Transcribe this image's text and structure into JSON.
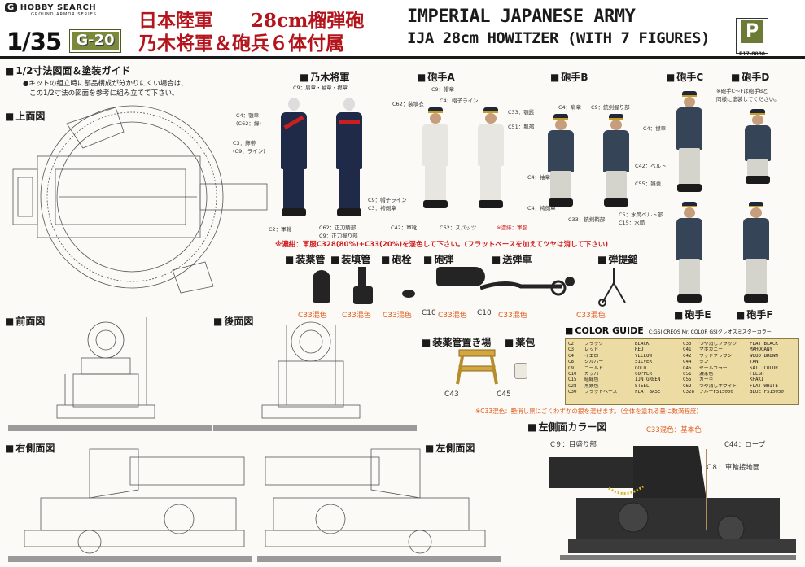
{
  "header": {
    "brand": "HOBBY SEARCH",
    "brand_badge": "G",
    "brand_sub": "GROUND ARMOR SERIES",
    "scale": "1/35",
    "code": "G-20",
    "jp_title_1": "日本陸軍　　28cm榴弾砲",
    "jp_title_2": "乃木将軍＆砲兵６体付属",
    "en_title_1": "IMPERIAL JAPANESE ARMY",
    "en_title_2": "IJA 28cm HOWITZER (WITH 7 FIGURES)",
    "publisher_logo": "P",
    "publisher_code": "P17-8080"
  },
  "guide": {
    "title": "1/2寸法図面＆塗装ガイド",
    "note_1": "●キットの組立時に部品構成が分かりにくい場合は、",
    "note_2": "この1/2寸法の図面を参考に組み立てて下さい。"
  },
  "views": {
    "top": "上面図",
    "front": "前面図",
    "rear": "後面図",
    "right": "右側面図",
    "left": "左側面図",
    "left_color": "左側面カラー図"
  },
  "figures": {
    "nogi": {
      "title": "乃木将軍",
      "sub": "C9：肩章・袖章・襟章",
      "labels": [
        "C4：顎章",
        "(C62：緑)",
        "C3：飾帯",
        "(C9：ライン)",
        "C9：帽子ライン",
        "C3：袴側章",
        "C2：軍靴",
        "C62：正刀騎部",
        "C9：正刀握り部"
      ]
    },
    "a": {
      "title": "砲手A",
      "labels": [
        "C9：帽章",
        "C62：装填衣",
        "C4：帽子ライン",
        "C33：顎髭",
        "C51：肌部",
        "C42：軍靴",
        "C62：スパッツ"
      ]
    },
    "a_note": "※濃緋：軍服",
    "b": {
      "title": "砲手B",
      "labels": [
        "C4：肩章",
        "C9：銃剣握り部",
        "C4：袖章",
        "C4：袴側章",
        "C33：銃剣鞘部"
      ]
    },
    "c": {
      "title": "砲手C",
      "labels": [
        "C4：襟章",
        "C42：ベルト",
        "C55：雑嚢",
        "C5：水筒ベルト部",
        "C15：水筒"
      ]
    },
    "d": {
      "title": "砲手D",
      "note_1": "※砲手C～Fは砲手Bと",
      "note_2": "同様に塗装してください。"
    },
    "e": {
      "title": "砲手E"
    },
    "f": {
      "title": "砲手F"
    }
  },
  "red_note": "※濃紺：軍服C328(80%)+C33(20%)を混色して下さい。(フラットベースを加えてツヤは消して下さい)",
  "parts": [
    {
      "title": "装薬管",
      "color": "C33混色"
    },
    {
      "title": "装填管",
      "color": "C33混色"
    },
    {
      "title": "砲栓",
      "color": "C33混色"
    },
    {
      "title": "砲弾",
      "color_a": "C10",
      "color_b": "C33混色",
      "color_c": "C10"
    },
    {
      "title": "送弾車",
      "color": "C33混色"
    },
    {
      "title": "弾提鎚",
      "color": "C33混色"
    }
  ],
  "rack": {
    "title": "装薬管置き場",
    "color": "C43"
  },
  "bag": {
    "title": "薬包",
    "color": "C45"
  },
  "mix_note": "※C33混色：艶消し黒にごくわずかの銀を混ぜます。（全体を塗れる量に数滴程度）",
  "color_guide": {
    "title": "COLOR GUIDE",
    "subtitle": "C:GSI CREOS Mr. COLOR GSIクレオスミスターカラー",
    "rows_left": [
      [
        "C2",
        "ブラック",
        "BLACK"
      ],
      [
        "C3",
        "レッド",
        "RED"
      ],
      [
        "C4",
        "イエロー",
        "YELLOW"
      ],
      [
        "C8",
        "シルバー",
        "SILVER"
      ],
      [
        "C9",
        "ゴールド",
        "GOLD"
      ],
      [
        "C10",
        "カッパー",
        "COPPER"
      ],
      [
        "C15",
        "暗緑色",
        "IJN GREEN"
      ],
      [
        "C28",
        "黒鉄色",
        "STEEL"
      ],
      [
        "C30",
        "フラットベース",
        "FLAT BASE"
      ]
    ],
    "rows_right": [
      [
        "C33",
        "つや消しブラック",
        "FLAT BLACK"
      ],
      [
        "C41",
        "マホガニー",
        "MAHOGANY"
      ],
      [
        "C42",
        "ウッドブラウン",
        "WOOD BROWN"
      ],
      [
        "C44",
        "タン",
        "TAN"
      ],
      [
        "C45",
        "セールカラー",
        "SAIL COLOR"
      ],
      [
        "C51",
        "濃茶色",
        "FLESH"
      ],
      [
        "C55",
        "カーキ",
        "KHAKI"
      ],
      [
        "C62",
        "つや消しホワイト",
        "FLAT WHITE"
      ],
      [
        "C328",
        "ブルーFS15050",
        "BLUE FS15050"
      ]
    ]
  },
  "left_color_labels": {
    "c33": "C33混色：基本色",
    "c9": "C９：目盛り部",
    "c44": "C44：ロープ",
    "c8": "C８：車輪接地面"
  },
  "colors": {
    "red": "#d11e1e",
    "orange": "#e2591a",
    "olive": "#7a8a3a",
    "tan_box": "#ecdba2"
  }
}
